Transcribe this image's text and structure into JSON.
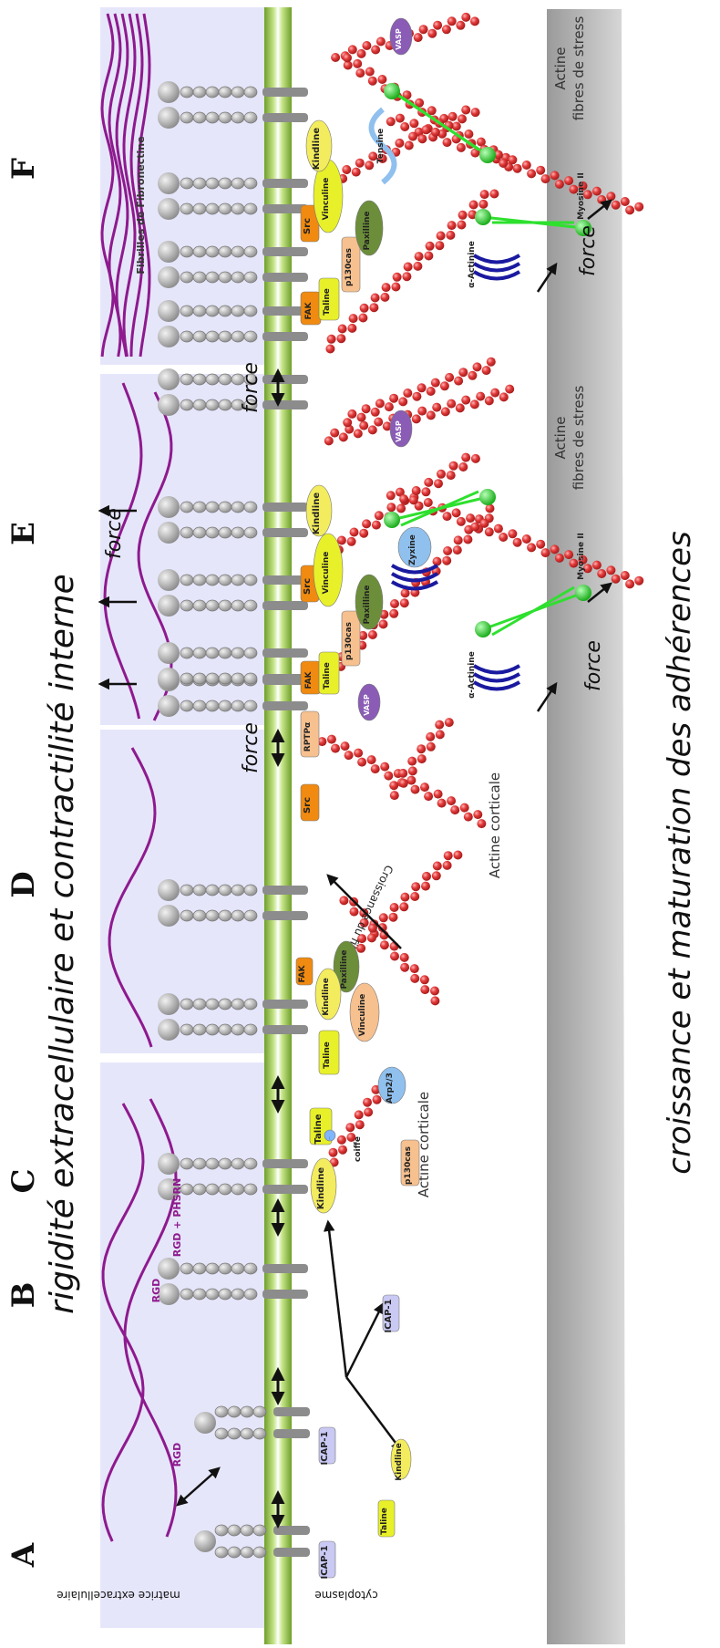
{
  "titles": {
    "top": "rigidité extracellulaire et contractilité interne",
    "bottom": "croissance et maturation des adhérences"
  },
  "stages": [
    "A",
    "B",
    "C",
    "D",
    "E",
    "F"
  ],
  "regions": {
    "outside": "matrice extracellulaire",
    "inside": "cytoplasme"
  },
  "ligands": {
    "rgd_1": "RGD",
    "rgd_2": "RGD",
    "rgd_phsrn": "RGD + PHSRN",
    "fibrils": "Fibrilles de Fibronectine"
  },
  "proteins": {
    "icap1": "ICAP-1",
    "kindlin": "Kindline",
    "talin": "Taline",
    "fak": "FAK",
    "src": "Src",
    "p130cas": "p130cas",
    "paxillin": "Paxilline",
    "vinculin": "Vinculine",
    "vasp": "VASP",
    "rptpa": "RPTPα",
    "arp23": "Arp2/3",
    "coiffe": "coiffe",
    "zyxin": "Zyxine",
    "alpha_actinin": "α-Actinine",
    "myosin": "Myosine II",
    "tensin": "Tensine"
  },
  "labels": {
    "cortical_actin_c": "Actine corticale",
    "cortical_actin_d": "Actine corticale",
    "filament_growth": "Croissance du filament",
    "stress_fibres_e": [
      "Actine",
      "fibres de stress"
    ],
    "stress_fibres_f": [
      "Actine",
      "fibres de stress"
    ],
    "force": "force"
  },
  "colors": {
    "ecm_panel": "#e6e6fb",
    "membrane": "#8cbf3f",
    "actin": "#e23a3a",
    "fibronectin": "#8e1a8e",
    "talin": "#e8f02a",
    "kindlin": "#f3ec5e",
    "icap1": "#c9c9f4",
    "fak_src": "#f08a10",
    "p130cas": "#f6c08f",
    "paxillin": "#6c8e3a",
    "vasp": "#8a5cb6",
    "zyxin": "#8fc0ee",
    "myosin": "#2ee02e",
    "alpha_actinin": "#1a1aa0"
  }
}
